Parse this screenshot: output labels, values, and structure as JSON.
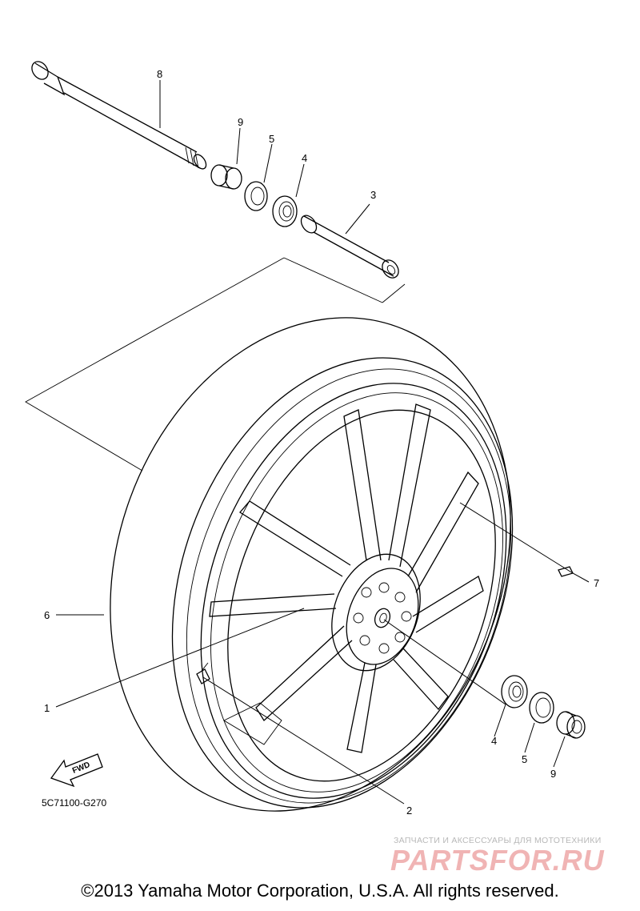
{
  "diagram": {
    "callouts": {
      "c1": "1",
      "c2": "2",
      "c3": "3",
      "c4_top": "4",
      "c4_bottom": "4",
      "c5_top": "5",
      "c5_bottom": "5",
      "c6": "6",
      "c7": "7",
      "c8": "8",
      "c9_top": "9",
      "c9_bottom": "9"
    },
    "drawing_code": "5C71100-G270",
    "fwd_label": "FWD"
  },
  "watermark": {
    "tagline": "ЗАПЧАСТИ И АКСЕССУАРЫ ДЛЯ МОТОТЕХНИКИ",
    "logo": "PARTSFOR.RU",
    "logo_color": "#f0b4b4"
  },
  "footer": {
    "copyright": "©2013 Yamaha Motor Corporation, U.S.A. All rights reserved."
  }
}
